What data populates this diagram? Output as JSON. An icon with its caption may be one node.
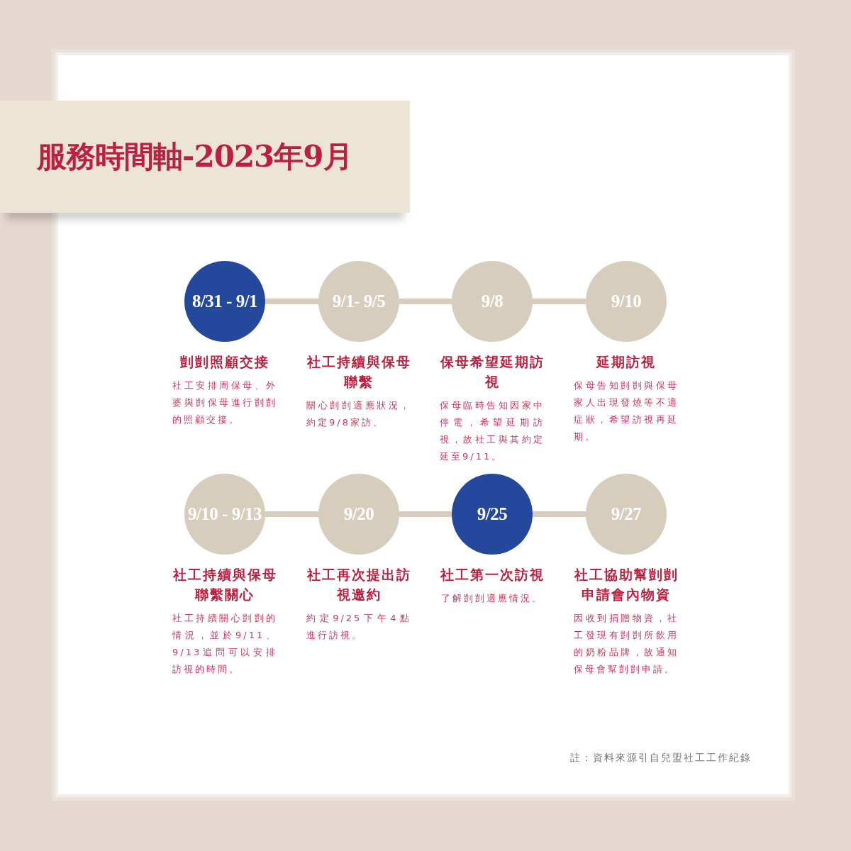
{
  "diagram": {
    "title": "服務時間軸-2023年9月",
    "nodes": [
      {
        "text": [
          "8/31 - 9/1"
        ],
        "beside": [
          "剴剴照顧交接",
          "社工安排周保母、外婆與剴保母進行剴剴的照顧交接。"
        ]
      },
      {
        "text": [
          "9/1- 9/5"
        ],
        "beside": [
          "社工持續與保母聯繫",
          "關心剴剴適應狀況，約定9/8家訪。"
        ]
      },
      {
        "text": [
          "9/8"
        ],
        "beside": [
          "保母希望延期訪視",
          "保母臨時告知因家中停電，希望延期訪視，故社工與其約定延至9/11。"
        ]
      },
      {
        "text": [
          "9/10"
        ],
        "beside": [
          "延期訪視",
          "保母告知剴剴與保母家人出現發燒等不適症狀，希望訪視再延期。"
        ]
      },
      {
        "text": [
          "9/10 - 9/13"
        ],
        "beside": [
          "社工持續與保母聯繫關心",
          "社工持續關心剴剴的情況，並於9/11、9/13追問可以安排訪視的時間。"
        ]
      },
      {
        "text": [
          "9/20"
        ],
        "beside": [
          "社工再次提出訪視邀約",
          "約定9/25下午4點進行訪視。"
        ]
      },
      {
        "text": [
          "9/25"
        ],
        "beside": [
          "社工第一次訪視",
          "了解剴剴適應情況。"
        ]
      },
      {
        "text": [
          "9/27"
        ],
        "beside": [
          "社工協助幫剴剴申請會內物資",
          "因收到捐贈物資，社工發現有剴剴所飲用的奶粉品牌，故通知保母會幫剴剴申請。"
        ]
      }
    ],
    "edges": [
      {
        "from": 0,
        "to": 1,
        "arrow": "none"
      },
      {
        "from": 1,
        "to": 2,
        "arrow": "none"
      },
      {
        "from": 2,
        "to": 3,
        "arrow": "none"
      },
      {
        "from": 4,
        "to": 5,
        "arrow": "none"
      },
      {
        "from": 5,
        "to": 6,
        "arrow": "none"
      },
      {
        "from": 6,
        "to": 7,
        "arrow": "none"
      }
    ],
    "labels": [
      "註：資料來源引自兒盟社工工作紀錄"
    ]
  }
}
